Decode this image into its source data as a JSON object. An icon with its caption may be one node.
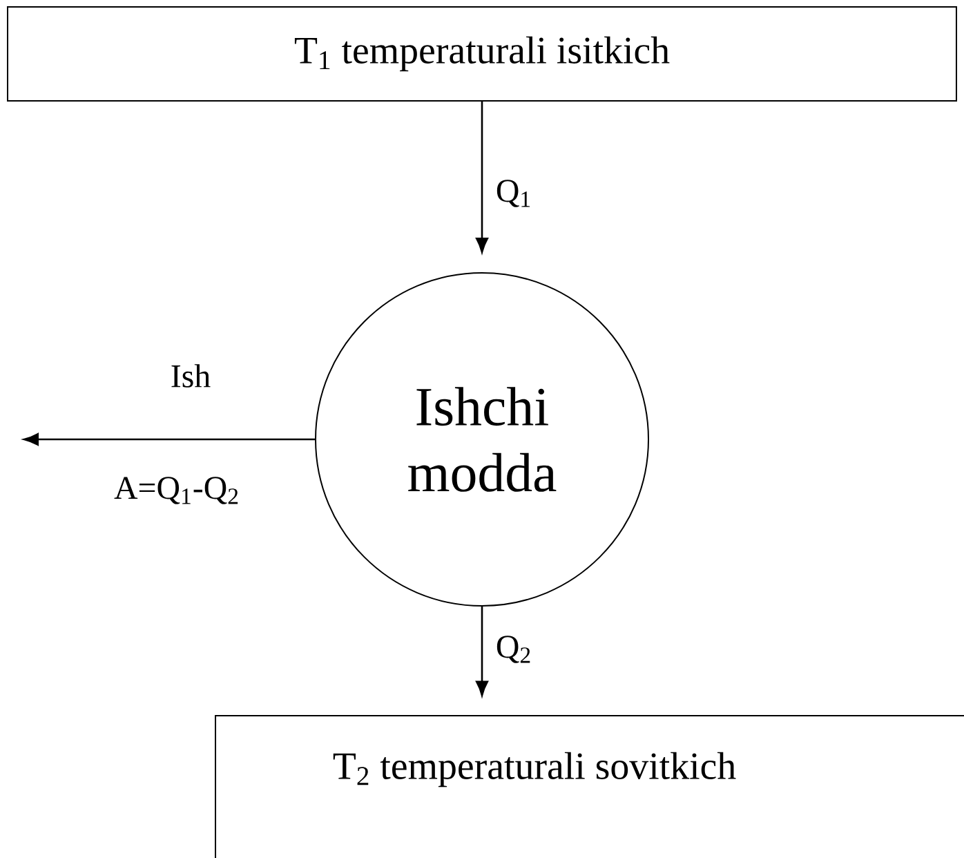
{
  "diagram": {
    "nodes": [
      {
        "text": [
          "T$_{1}$ temperaturali isitkich"
        ]
      },
      {
        "text": [
          "Ishchi modda"
        ]
      },
      {
        "text": [
          "T$_{2}$ temperaturali sovitkich"
        ]
      }
    ],
    "edges": [
      {
        "from": 0,
        "to": 1,
        "arrow": "to",
        "label": "Q$_{1}$"
      },
      {
        "from": 1,
        "to": 2,
        "arrow": "to",
        "label": "Q$_{2}$"
      },
      {
        "from": 1,
        "to": null,
        "arrow": "to",
        "label": "Ish"
      }
    ],
    "labels": [
      "A=Q$_{1}$-Q$_{2}$"
    ]
  }
}
